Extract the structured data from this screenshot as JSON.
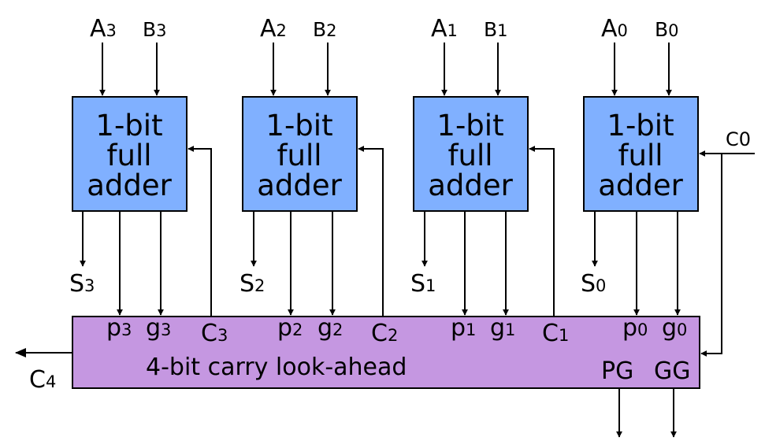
{
  "colors": {
    "adder_fill": "#80b0ff",
    "cla_fill": "#c597e1",
    "stroke": "#000000"
  },
  "adders": [
    {
      "line1": "1-bit",
      "line2": "full",
      "line3": "adder",
      "a_main": "A",
      "a_sub": "3",
      "b_main": "B",
      "b_sub": "3",
      "s_main": "S",
      "s_sub": "3"
    },
    {
      "line1": "1-bit",
      "line2": "full",
      "line3": "adder",
      "a_main": "A",
      "a_sub": "2",
      "b_main": "B",
      "b_sub": "2",
      "s_main": "S",
      "s_sub": "2"
    },
    {
      "line1": "1-bit",
      "line2": "full",
      "line3": "adder",
      "a_main": "A",
      "a_sub": "1",
      "b_main": "B",
      "b_sub": "1",
      "s_main": "S",
      "s_sub": "1"
    },
    {
      "line1": "1-bit",
      "line2": "full",
      "line3": "adder",
      "a_main": "A",
      "a_sub": "0",
      "b_main": "B",
      "b_sub": "0",
      "s_main": "S",
      "s_sub": "0"
    }
  ],
  "cla": {
    "title": "4-bit carry look-ahead",
    "ports": [
      {
        "p_main": "p",
        "p_sub": "3",
        "g_main": "g",
        "g_sub": "3",
        "c_main": "C",
        "c_sub": "3"
      },
      {
        "p_main": "p",
        "p_sub": "2",
        "g_main": "g",
        "g_sub": "2",
        "c_main": "C",
        "c_sub": "2"
      },
      {
        "p_main": "p",
        "p_sub": "1",
        "g_main": "g",
        "g_sub": "1",
        "c_main": "C",
        "c_sub": "1"
      },
      {
        "p_main": "p",
        "p_sub": "0",
        "g_main": "g",
        "g_sub": "0"
      }
    ],
    "pg": "PG",
    "gg": "GG"
  },
  "carry_in": "C0",
  "carry_out": {
    "main": "C",
    "sub": "4"
  }
}
